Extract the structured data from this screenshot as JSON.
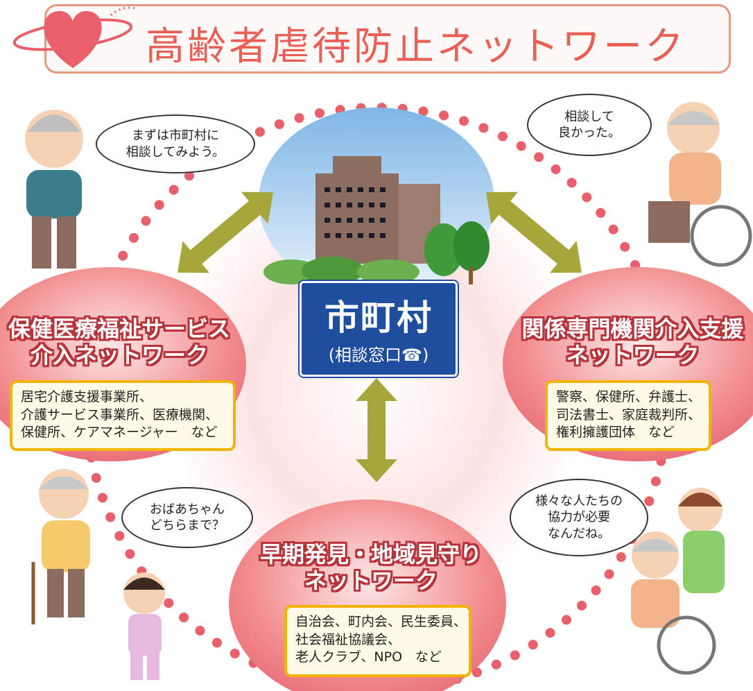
{
  "title": "高齢者虐待防止ネットワーク",
  "center": {
    "main": "市町村",
    "sub": "(相談窓口☎)"
  },
  "networks": {
    "health": {
      "title_line1": "保健医療福祉サービス",
      "title_line2": "介入ネットワーク",
      "members": [
        "居宅介護支援事業所、",
        "介護サービス事業所、医療機関、",
        "保健所、ケアマネージャー　など"
      ]
    },
    "specialist": {
      "title_line1": "関係専門機関介入支援",
      "title_line2": "ネットワーク",
      "members": [
        "警察、保健所、弁護士、",
        "司法書士、家庭裁判所、",
        "権利擁護団体　など"
      ]
    },
    "community": {
      "title_line1": "早期発見・地域見守り",
      "title_line2": "ネットワーク",
      "members": [
        "自治会、町内会、民生委員、",
        "社会福祉協議会、",
        "老人クラブ、NPO　など"
      ]
    }
  },
  "bubbles": {
    "top_left": [
      "まずは市町村に",
      "相談してみよう。"
    ],
    "top_right": [
      "相談して",
      "良かった。"
    ],
    "bottom_left": [
      "おばあちゃん",
      "どちらまで？"
    ],
    "bottom_right": [
      "様々な人たちの",
      "協力が必要",
      "なんだね。"
    ]
  },
  "colors": {
    "title": "#e95f55",
    "circle_pink": "#f08a8c",
    "arrow_olive": "#a6a63a",
    "sign_blue": "#1f4e9e",
    "box_border": "#f2b400",
    "dots": "#e9606a"
  }
}
